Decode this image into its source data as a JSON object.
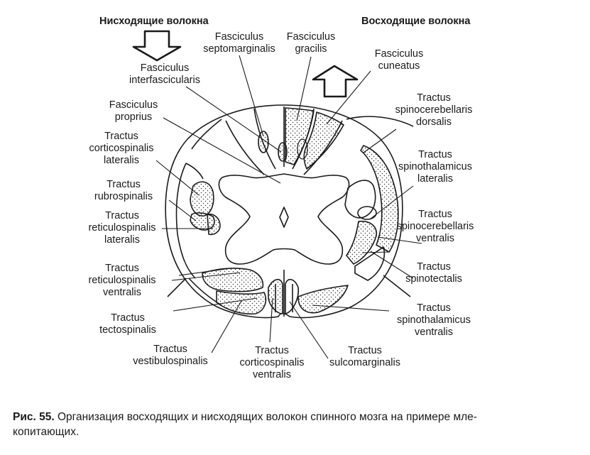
{
  "headers": {
    "descending": "Нисходящие волокна",
    "ascending": "Восходящие волокна"
  },
  "labels": {
    "septomarginalis": "Fasciculus\nseptomarginalis",
    "gracilis": "Fasciculus\ngracilis",
    "cuneatus": "Fasciculus\ncuneatus",
    "interfascicularis": "Fasciculus\ninterfascicularis",
    "proprius": "Fasciculus\nproprius",
    "corticospinalis_lateralis": "Tractus\ncorticospinalis\nlateralis",
    "rubrospinalis": "Tractus\nrubrospinalis",
    "reticulospinalis_lateralis": "Tractus\nreticulospinalis\nlateralis",
    "reticulospinalis_ventralis": "Tractus\nreticulospinalis\nventralis",
    "tectospinalis": "Tractus\ntectospinalis",
    "vestibulospinalis": "Tractus\nvestibulospinalis",
    "corticospinalis_ventralis": "Tractus\ncorticospinalis\nventralis",
    "sulcomarginalis": "Tractus\nsulcomarginalis",
    "spinocerebellaris_dorsalis": "Tractus\nspinocerebellaris\ndorsalis",
    "spinothalamicus_lateralis": "Tractus\nspinothalamicus\nlateralis",
    "spinocerebellaris_ventralis": "Tractus\nspinocerebellaris\nventralis",
    "spinotectalis": "Tractus\nspinotectalis",
    "spinothalamicus_ventralis": "Tractus\nspinothalamicus\nventralis"
  },
  "caption": {
    "label": "Рис. 55.",
    "text": " Организация восходящих и нисходящих волокон спинного мозга на примере мле-\nкопитающих."
  }
}
